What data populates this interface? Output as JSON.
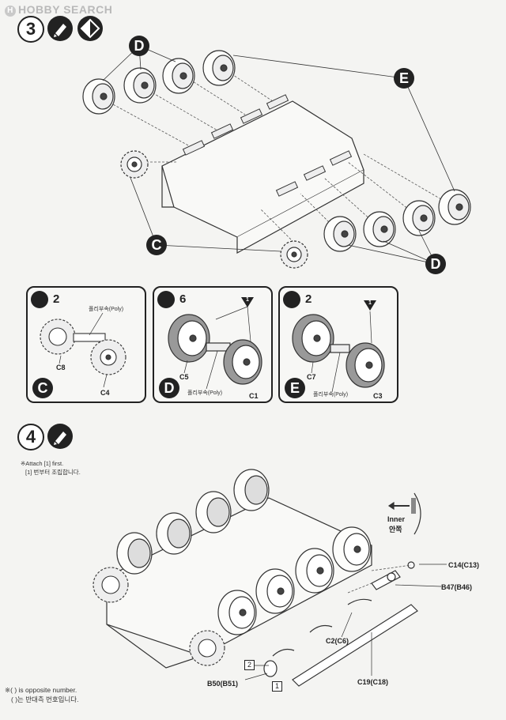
{
  "watermark": {
    "logo_letter": "H",
    "text": "HOBBY SEARCH"
  },
  "step3": {
    "number": "3",
    "callouts": {
      "D": "D",
      "E": "E",
      "C": "C"
    },
    "subpanels": [
      {
        "qty": "2",
        "letter": "C",
        "poly_label": "폴리부속(Poly)",
        "parts": [
          "C8",
          "C4"
        ]
      },
      {
        "qty": "6",
        "letter": "D",
        "poly_label": "폴리부속(Poly)",
        "parts": [
          "C5",
          "C1"
        ],
        "tri": "1"
      },
      {
        "qty": "2",
        "letter": "E",
        "poly_label": "폴리부속(Poly)",
        "parts": [
          "C7",
          "C3"
        ],
        "tri": "1"
      }
    ]
  },
  "step4": {
    "number": "4",
    "attach_note": "※Attach [1] first.",
    "attach_note_ko": "[1] 번부터 조립합니다.",
    "inner_label": "Inner",
    "inner_label_ko": "안쪽",
    "parts": {
      "c14": "C14(C13)",
      "b47": "B47(B46)",
      "c2": "C2(C6)",
      "c19": "C19(C18)",
      "b50": "B50(B51)"
    },
    "box2": "2",
    "box1": "1",
    "opposite_note": "※( ) is opposite number.",
    "opposite_note_ko": "( )는 반대측 번호입니다."
  }
}
